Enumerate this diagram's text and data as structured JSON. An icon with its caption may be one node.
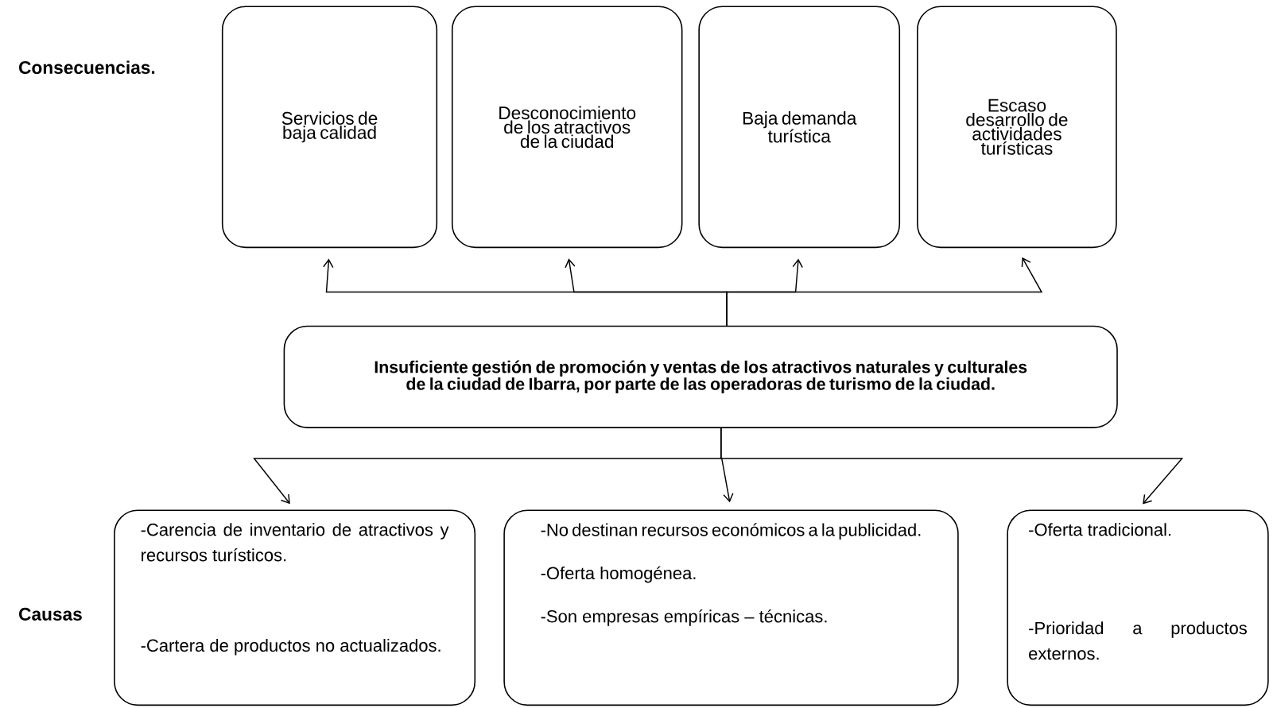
{
  "diagram": {
    "nodes": [
      {
        "text": [
          "Servicios de baja calidad"
        ]
      },
      {
        "text": [
          "Desconocimiento de los atractivos de la ciudad"
        ]
      },
      {
        "text": [
          "Baja demanda turística"
        ]
      },
      {
        "text": [
          "Escaso desarrollo de actividades turísticas"
        ]
      },
      {
        "text": [
          "Insuficiente gestión de promoción y ventas de los atractivos naturales y culturales de la ciudad de Ibarra, por parte de las operadoras de turismo de la ciudad."
        ]
      },
      {
        "text": [
          "-Carencia de inventario de atractivos y recursos turísticos.",
          "-Cartera de productos no actualizados."
        ]
      },
      {
        "text": [
          "-No destinan recursos económicos a la publicidad.",
          "-Oferta homogénea.",
          "-Son empresas empíricas – técnicas."
        ]
      },
      {
        "text": [
          "-Oferta tradicional.",
          "-Prioridad a productos externos."
        ]
      }
    ],
    "edges": [
      {
        "from": 4,
        "to": 0,
        "arrow": "to"
      },
      {
        "from": 4,
        "to": 1,
        "arrow": "to"
      },
      {
        "from": 4,
        "to": 2,
        "arrow": "to"
      },
      {
        "from": 4,
        "to": 3,
        "arrow": "to"
      },
      {
        "from": 4,
        "to": 5,
        "arrow": "to"
      },
      {
        "from": 4,
        "to": 6,
        "arrow": "to"
      },
      {
        "from": 4,
        "to": 7,
        "arrow": "to"
      }
    ],
    "labels": [
      "Consecuencias.",
      "Causas"
    ]
  }
}
